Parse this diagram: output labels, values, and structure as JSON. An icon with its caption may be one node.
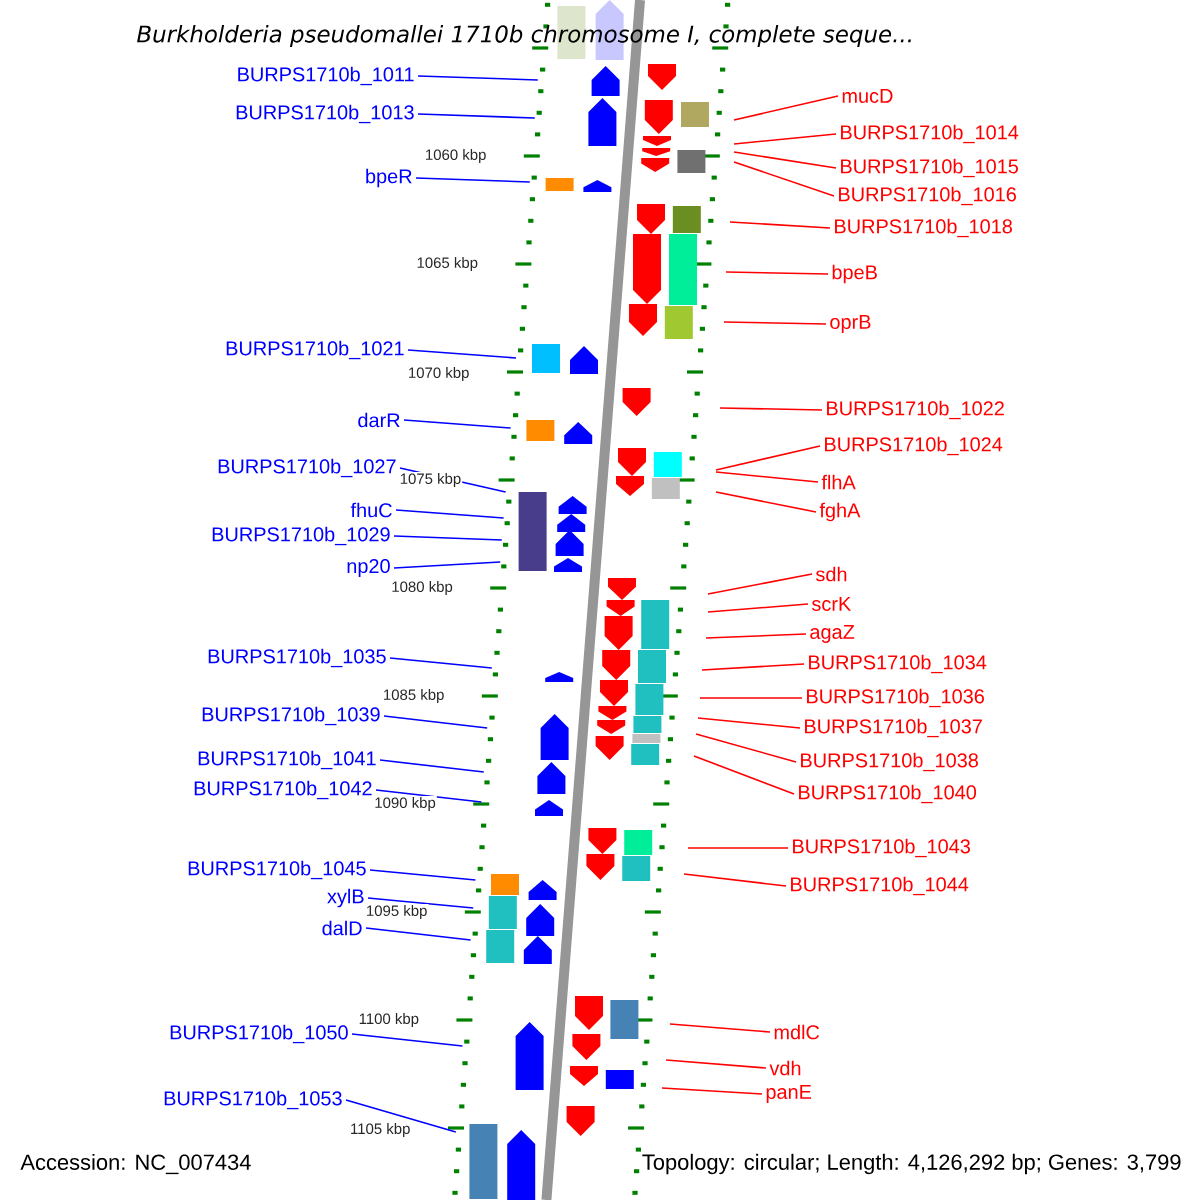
{
  "diagram": {
    "title": "Burkholderia pseudomallei 1710b chromosome I, complete seque...",
    "nodes": [
      {
        "text": [
          "BURPS1710b_1011"
        ]
      },
      {
        "text": [
          "BURPS1710b_1013"
        ]
      },
      {
        "text": [
          "bpeR"
        ]
      },
      {
        "text": [
          "BURPS1710b_1021"
        ]
      },
      {
        "text": [
          "darR"
        ]
      },
      {
        "text": [
          "BURPS1710b_1027"
        ]
      },
      {
        "text": [
          "fhuC"
        ]
      },
      {
        "text": [
          "BURPS1710b_1029"
        ]
      },
      {
        "text": [
          "np20"
        ]
      },
      {
        "text": [
          "BURPS1710b_1035"
        ]
      },
      {
        "text": [
          "BURPS1710b_1039"
        ]
      },
      {
        "text": [
          "BURPS1710b_1041"
        ]
      },
      {
        "text": [
          "BURPS1710b_1042"
        ]
      },
      {
        "text": [
          "BURPS1710b_1045"
        ]
      },
      {
        "text": [
          "xylB"
        ]
      },
      {
        "text": [
          "dalD"
        ]
      },
      {
        "text": [
          "BURPS1710b_1050"
        ]
      },
      {
        "text": [
          "BURPS1710b_1053"
        ]
      },
      {
        "text": [
          "mucD"
        ]
      },
      {
        "text": [
          "BURPS1710b_1014"
        ]
      },
      {
        "text": [
          "BURPS1710b_1015"
        ]
      },
      {
        "text": [
          "BURPS1710b_1016"
        ]
      },
      {
        "text": [
          "BURPS1710b_1018"
        ]
      },
      {
        "text": [
          "bpeB"
        ]
      },
      {
        "text": [
          "oprB"
        ]
      },
      {
        "text": [
          "BURPS1710b_1022"
        ]
      },
      {
        "text": [
          "BURPS1710b_1024"
        ]
      },
      {
        "text": [
          "flhA"
        ]
      },
      {
        "text": [
          "fghA"
        ]
      },
      {
        "text": [
          "sdh"
        ]
      },
      {
        "text": [
          "scrK"
        ]
      },
      {
        "text": [
          "agaZ"
        ]
      },
      {
        "text": [
          "BURPS1710b_1034"
        ]
      },
      {
        "text": [
          "BURPS1710b_1036"
        ]
      },
      {
        "text": [
          "BURPS1710b_1037"
        ]
      },
      {
        "text": [
          "BURPS1710b_1038"
        ]
      },
      {
        "text": [
          "BURPS1710b_1040"
        ]
      },
      {
        "text": [
          "BURPS1710b_1043"
        ]
      },
      {
        "text": [
          "BURPS1710b_1044"
        ]
      },
      {
        "text": [
          "mdlC"
        ]
      },
      {
        "text": [
          "vdh"
        ]
      },
      {
        "text": [
          "panE"
        ]
      }
    ],
    "edges": [
      {
        "from": 0,
        "to": null,
        "arrow": "none",
        "color": "#0000ff"
      },
      {
        "from": 1,
        "to": null,
        "arrow": "none",
        "color": "#0000ff"
      },
      {
        "from": 2,
        "to": null,
        "arrow": "none",
        "color": "#0000ff"
      },
      {
        "from": 3,
        "to": null,
        "arrow": "none",
        "color": "#0000ff"
      },
      {
        "from": 4,
        "to": null,
        "arrow": "none",
        "color": "#0000ff"
      },
      {
        "from": 5,
        "to": null,
        "arrow": "none",
        "color": "#0000ff"
      },
      {
        "from": 6,
        "to": null,
        "arrow": "none",
        "color": "#0000ff"
      },
      {
        "from": 7,
        "to": null,
        "arrow": "none",
        "color": "#0000ff"
      },
      {
        "from": 8,
        "to": null,
        "arrow": "none",
        "color": "#0000ff"
      },
      {
        "from": 9,
        "to": null,
        "arrow": "none",
        "color": "#0000ff"
      },
      {
        "from": 10,
        "to": null,
        "arrow": "none",
        "color": "#0000ff"
      },
      {
        "from": 11,
        "to": null,
        "arrow": "none",
        "color": "#0000ff"
      },
      {
        "from": 12,
        "to": null,
        "arrow": "none",
        "color": "#0000ff"
      },
      {
        "from": 13,
        "to": null,
        "arrow": "none",
        "color": "#0000ff"
      },
      {
        "from": 14,
        "to": null,
        "arrow": "none",
        "color": "#0000ff"
      },
      {
        "from": 15,
        "to": null,
        "arrow": "none",
        "color": "#0000ff"
      },
      {
        "from": 16,
        "to": null,
        "arrow": "none",
        "color": "#0000ff"
      },
      {
        "from": 17,
        "to": null,
        "arrow": "none",
        "color": "#0000ff"
      },
      {
        "from": 18,
        "to": null,
        "arrow": "none"
      },
      {
        "from": 19,
        "to": null,
        "arrow": "none"
      },
      {
        "from": 20,
        "to": null,
        "arrow": "none"
      },
      {
        "from": 21,
        "to": null,
        "arrow": "none"
      },
      {
        "from": 22,
        "to": null,
        "arrow": "none"
      },
      {
        "from": 23,
        "to": null,
        "arrow": "none"
      },
      {
        "from": 24,
        "to": null,
        "arrow": "none"
      },
      {
        "from": 25,
        "to": null,
        "arrow": "none"
      },
      {
        "from": 26,
        "to": null,
        "arrow": "none"
      },
      {
        "from": 27,
        "to": null,
        "arrow": "none"
      },
      {
        "from": 28,
        "to": null,
        "arrow": "none"
      },
      {
        "from": 29,
        "to": null,
        "arrow": "none"
      },
      {
        "from": 30,
        "to": null,
        "arrow": "none"
      },
      {
        "from": 31,
        "to": null,
        "arrow": "none"
      },
      {
        "from": 32,
        "to": null,
        "arrow": "none"
      },
      {
        "from": 33,
        "to": null,
        "arrow": "none"
      },
      {
        "from": 34,
        "to": null,
        "arrow": "none"
      },
      {
        "from": 35,
        "to": null,
        "arrow": "none"
      },
      {
        "from": 36,
        "to": null,
        "arrow": "none"
      },
      {
        "from": 37,
        "to": null,
        "arrow": "none"
      },
      {
        "from": 38,
        "to": null,
        "arrow": "none"
      },
      {
        "from": 39,
        "to": null,
        "arrow": "none"
      },
      {
        "from": 40,
        "to": null,
        "arrow": "none"
      },
      {
        "from": 41,
        "to": null,
        "arrow": "none"
      }
    ],
    "labels": [
      "1060 kbp",
      "1065 kbp",
      "1070 kbp",
      "1075 kbp",
      "1080 kbp",
      "1085 kbp",
      "1090 kbp",
      "1095 kbp",
      "1100 kbp",
      "1105 kbp",
      "Accession: NC_007434",
      "Topology: circular; Length: 4,126,292 bp; Genes: 3,799"
    ]
  }
}
